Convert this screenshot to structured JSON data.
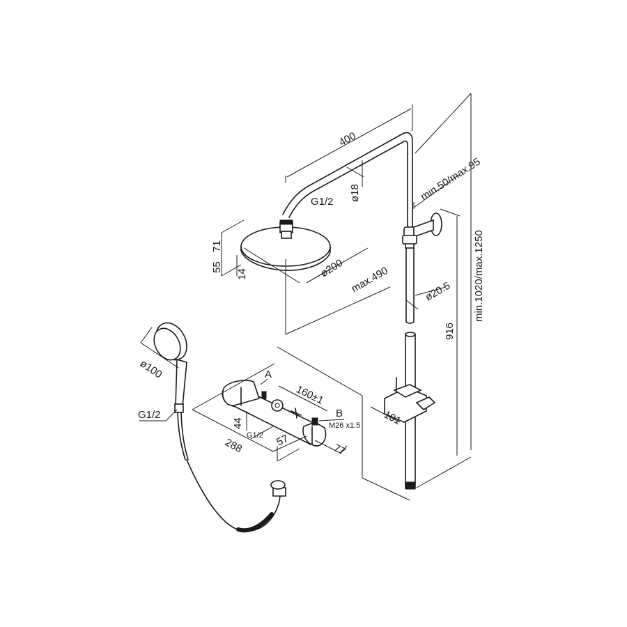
{
  "labels": {
    "width_400": "400",
    "pipe_d18": "ø18",
    "thread_top": "G1/2",
    "adj_range": "min.50/max.95",
    "dim_71": "71",
    "dim_55": "55",
    "dim_14": "14",
    "head_d200": "ø200",
    "max_490": "max.490",
    "tube_d20_5": "ø20.5",
    "height_916": "916",
    "total_height": "min.1020/max.1250",
    "hand_d100": "ø100",
    "thread_hand": "G1/2",
    "point_a": "A",
    "point_b": "B",
    "center_160": "160±1",
    "thread_m26": "M26 x1.5",
    "dim_44": "44",
    "thread_mixer": "G1/2",
    "dim_57": "57",
    "dim_288": "288",
    "dim_77": "77",
    "dim_101": "101"
  }
}
